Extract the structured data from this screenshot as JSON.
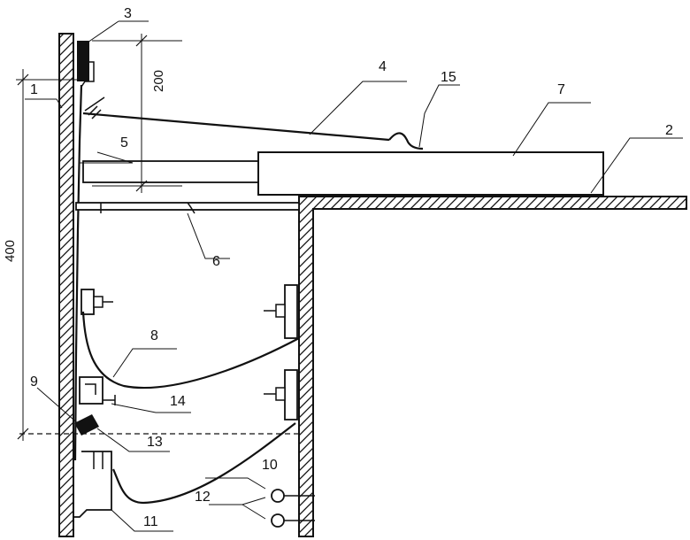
{
  "callouts": [
    "1",
    "2",
    "3",
    "4",
    "5",
    "6",
    "7",
    "8",
    "9",
    "10",
    "11",
    "12",
    "13",
    "14",
    "15"
  ],
  "dimensions": {
    "upper": "200",
    "lower": "400"
  }
}
